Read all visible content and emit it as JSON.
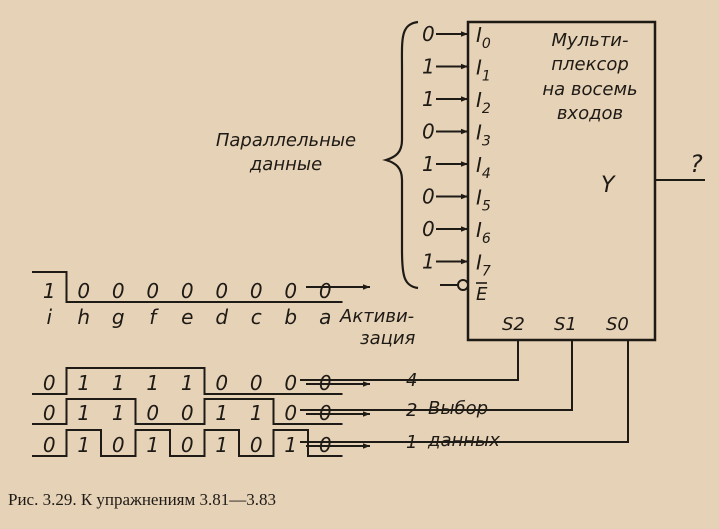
{
  "mux": {
    "title_lines": [
      "Мульти-",
      "плексор",
      "на восемь",
      "входов"
    ],
    "output_label": "Y",
    "output_value": "?",
    "enable_label": "E",
    "select_labels": [
      "S2",
      "S1",
      "S0"
    ]
  },
  "inputs": [
    {
      "name": "I0",
      "value": "0"
    },
    {
      "name": "I1",
      "value": "1"
    },
    {
      "name": "I2",
      "value": "1"
    },
    {
      "name": "I3",
      "value": "0"
    },
    {
      "name": "I4",
      "value": "1"
    },
    {
      "name": "I5",
      "value": "0"
    },
    {
      "name": "I6",
      "value": "0"
    },
    {
      "name": "I7",
      "value": "1"
    }
  ],
  "parallel_label_lines": [
    "Параллельные",
    "данные"
  ],
  "enable_label_lines": [
    "Активи-",
    "зация"
  ],
  "enable_signal": {
    "bits": [
      "1",
      "0",
      "0",
      "0",
      "0",
      "0",
      "0",
      "0",
      "0"
    ],
    "phase_letters": [
      "i",
      "h",
      "g",
      "f",
      "e",
      "d",
      "c",
      "b",
      "a"
    ]
  },
  "select_signals": [
    {
      "weight": "4",
      "bits": [
        "0",
        "1",
        "1",
        "1",
        "1",
        "0",
        "0",
        "0",
        "0"
      ]
    },
    {
      "weight": "2",
      "bits": [
        "0",
        "1",
        "1",
        "0",
        "0",
        "1",
        "1",
        "0",
        "0"
      ]
    },
    {
      "weight": "1",
      "bits": [
        "0",
        "1",
        "0",
        "1",
        "0",
        "1",
        "0",
        "1",
        "0"
      ]
    }
  ],
  "select_label_lines": [
    "Выбор",
    "данных"
  ],
  "caption": "Рис. 3.29. К упражнениям 3.81—3.83"
}
